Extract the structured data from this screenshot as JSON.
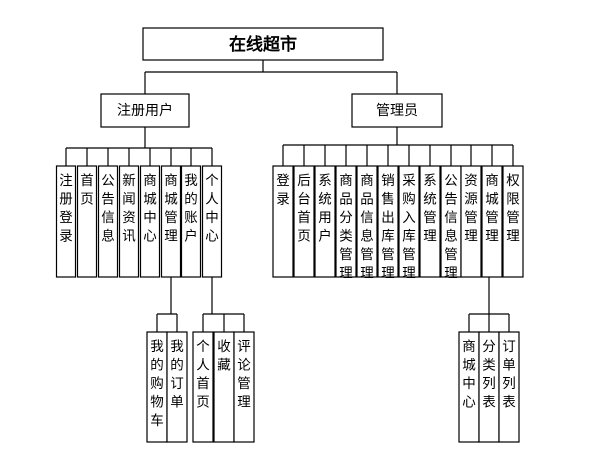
{
  "root": "在线超市",
  "user": {
    "label": "注册用户",
    "children": [
      "注册登录",
      "首页",
      "公告信息",
      "新闻资讯",
      "商城中心",
      "商城管理",
      "我的账户",
      "个人中心"
    ],
    "account_children": [
      "我的购物车",
      "我的订单"
    ],
    "personal_children": [
      "个人首页",
      "收藏",
      "评论管理"
    ]
  },
  "admin": {
    "label": "管理员",
    "children": [
      "登录",
      "后台首页",
      "系统用户",
      "商品分类管理",
      "商品信息管理",
      "销售出库管理",
      "采购入库管理",
      "系统管理",
      "公告信息管理",
      "资源管理",
      "商城管理",
      "权限管理"
    ],
    "mall_children": [
      "商城中心",
      "分类列表",
      "订单列表"
    ]
  }
}
